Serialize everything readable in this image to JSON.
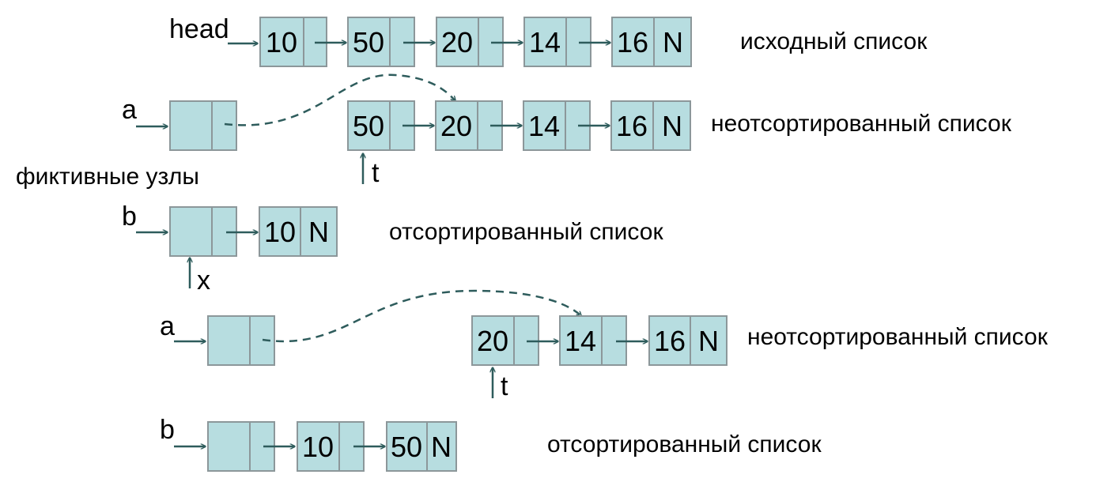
{
  "row1": {
    "pointer": "head",
    "values": [
      "10",
      "50",
      "20",
      "14",
      "16"
    ],
    "null_mark": "N",
    "caption": "исходный список"
  },
  "row2": {
    "pointer": "a",
    "values": [
      "50",
      "20",
      "14",
      "16"
    ],
    "null_mark": "N",
    "marker": "t",
    "caption": "неотсортированный список"
  },
  "dummy_caption": "фиктивные узлы",
  "row3": {
    "pointer": "b",
    "values": [
      "10"
    ],
    "null_mark": "N",
    "marker": "x",
    "caption": "отсортированный список"
  },
  "row4": {
    "pointer": "a",
    "values": [
      "20",
      "14",
      "16"
    ],
    "null_mark": "N",
    "marker": "t",
    "caption": "неотсортированный список"
  },
  "row5": {
    "pointer": "b",
    "values": [
      "10",
      "50"
    ],
    "null_mark": "N",
    "caption": "отсортированный список"
  },
  "colors": {
    "node_fill": "#b7dde0",
    "node_border": "#8c979a",
    "arrow": "#2e5c5c"
  }
}
